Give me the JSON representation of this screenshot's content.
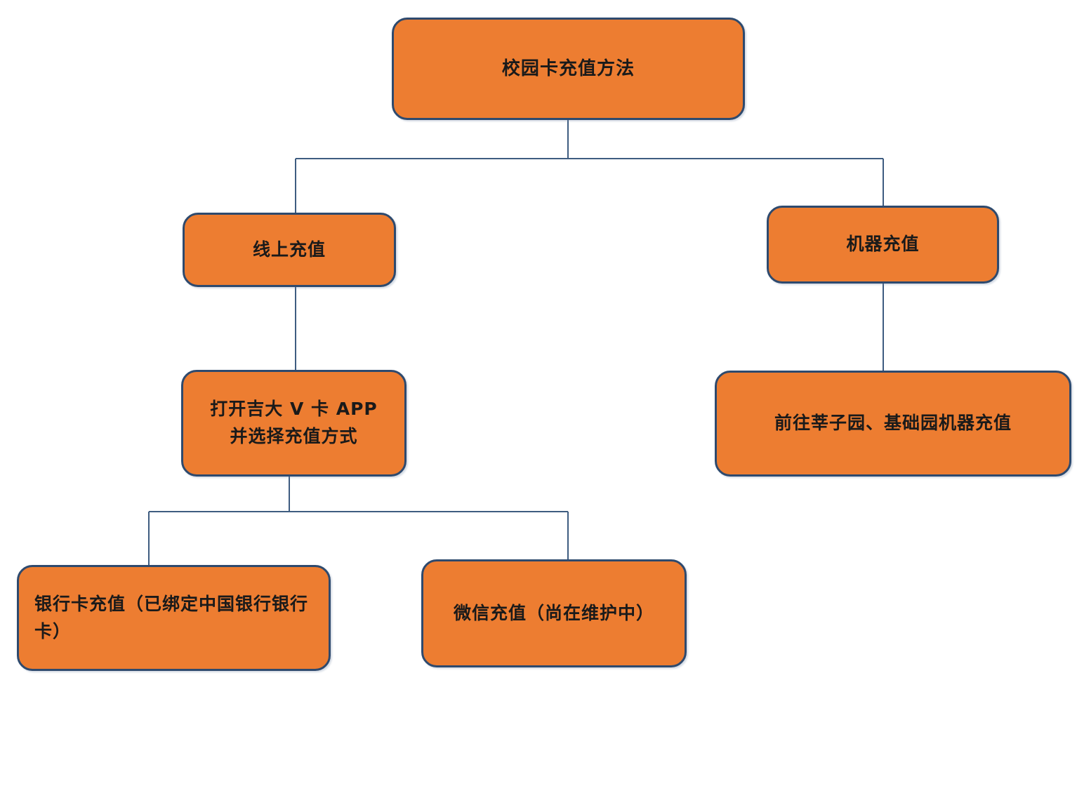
{
  "diagram": {
    "title": "校园卡充值方法",
    "type": "flowchart",
    "orientation": "top-down",
    "colors": {
      "node_fill": "#ED7D31",
      "node_border": "#2E4A6E",
      "edge": "#3E5C80",
      "text": "#1a1a1a",
      "background": "#FFFFFF"
    },
    "nodes": [
      {
        "id": "root",
        "label": "校园卡充值方法",
        "level": 0,
        "align": "center"
      },
      {
        "id": "online",
        "label": "线上充值",
        "level": 1,
        "align": "center"
      },
      {
        "id": "machine",
        "label": "机器充值",
        "level": 1,
        "align": "center"
      },
      {
        "id": "app",
        "label": "打开吉大 V 卡 APP\n并选择充值方式",
        "level": 2,
        "align": "center"
      },
      {
        "id": "kiosk",
        "label": "前往莘子园、基础园机器充值",
        "level": 2,
        "align": "center"
      },
      {
        "id": "bankcard",
        "label": "银行卡充值（已绑定中国银行银行卡）",
        "level": 3,
        "align": "left"
      },
      {
        "id": "wechat",
        "label": "微信充值（尚在维护中）",
        "level": 3,
        "align": "center"
      }
    ],
    "edges": [
      {
        "from": "root",
        "to": "online"
      },
      {
        "from": "root",
        "to": "machine"
      },
      {
        "from": "online",
        "to": "app"
      },
      {
        "from": "machine",
        "to": "kiosk"
      },
      {
        "from": "app",
        "to": "bankcard"
      },
      {
        "from": "app",
        "to": "wechat"
      }
    ]
  }
}
